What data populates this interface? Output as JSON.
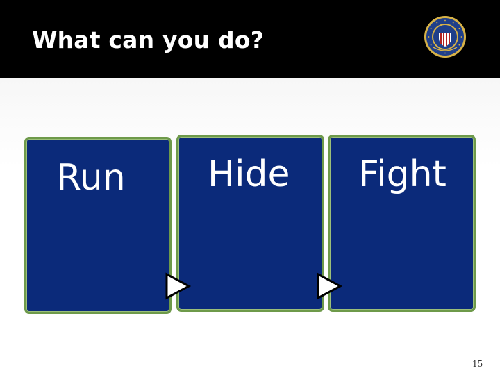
{
  "slide": {
    "title": "What can you do?",
    "page_number": "15"
  },
  "logo": {
    "icon": "fbi-seal-icon",
    "colors": {
      "ring": "#1f3f8a",
      "gold": "#d7b247",
      "red": "#b22222",
      "white": "#ffffff"
    }
  },
  "steps": [
    {
      "label": "Run"
    },
    {
      "label": "Hide"
    },
    {
      "label": "Fight"
    }
  ],
  "connectors": [
    {
      "icon": "play-arrow-icon"
    },
    {
      "icon": "play-arrow-icon"
    }
  ],
  "colors": {
    "header_background": "#000000",
    "title_text": "#ffffff",
    "box_fill": "#0b2a7a",
    "box_border": "#6e9a4a",
    "box_text": "#ffffff",
    "arrow_fill": "#ffffff",
    "arrow_stroke": "#000000"
  }
}
